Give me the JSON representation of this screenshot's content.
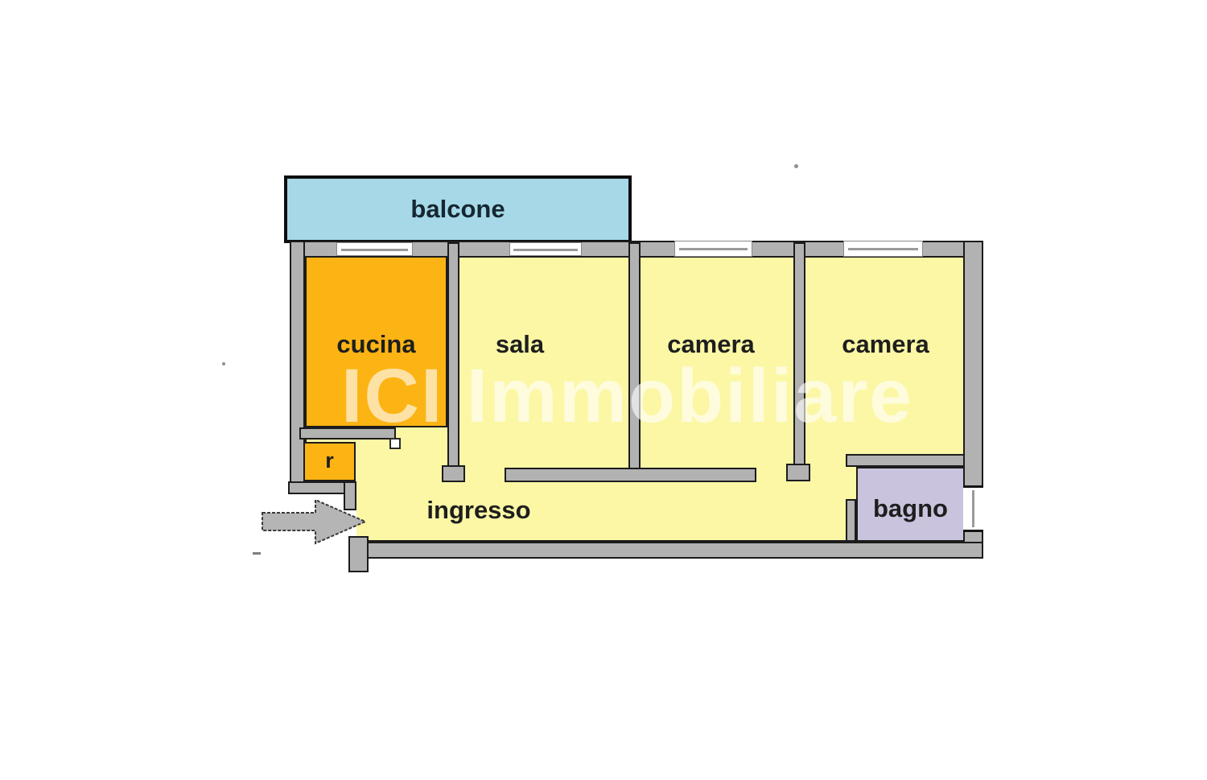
{
  "plan": {
    "watermark": "ICI Immobiliare",
    "rooms": {
      "balcone": {
        "label": "balcone",
        "fill": "#a6d8e8"
      },
      "cucina": {
        "label": "cucina",
        "fill": "#fcb414"
      },
      "ripostiglio": {
        "label": "r",
        "fill": "#fcb414"
      },
      "sala": {
        "label": "sala",
        "fill": "#fbf7a5"
      },
      "camera1": {
        "label": "camera",
        "fill": "#fbf7a5"
      },
      "camera2": {
        "label": "camera",
        "fill": "#fbf7a5"
      },
      "bagno": {
        "label": "bagno",
        "fill": "#c9c3dd"
      },
      "ingresso": {
        "label": "ingresso",
        "fill": "#fbf7a5"
      }
    },
    "colors": {
      "wall": "#b2b2b2",
      "wall_edge": "#1c1c1c",
      "label": "#1e1e1e",
      "background": "#ffffff",
      "watermark": "rgba(255,255,255,0.62)"
    },
    "icons": {
      "entrance_arrow": "arrow-right-icon"
    }
  }
}
